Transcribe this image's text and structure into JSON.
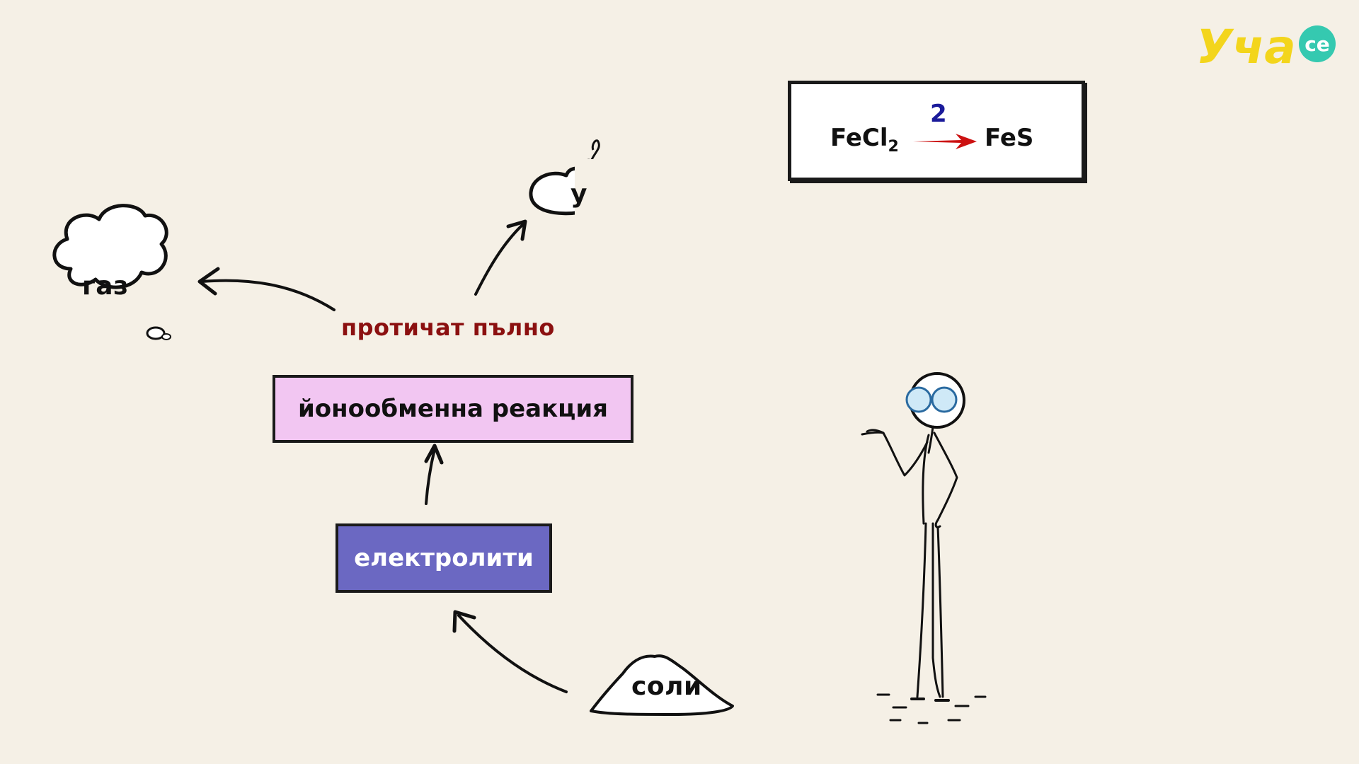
{
  "logo": {
    "text": "Уча",
    "suffix": "ce"
  },
  "formula": {
    "reactant": "FeCl",
    "reactant_subscript": "2",
    "coefficient": "2",
    "product": "FeS"
  },
  "nodes": {
    "gas": "газ",
    "partial_cloud": "у",
    "proceed_fully": "протичат пълно",
    "ion_exchange": "йонообменна реакция",
    "electrolytes": "електролити",
    "salts": "соли"
  },
  "colors": {
    "background": "#f5f0e6",
    "ion_exchange_fill": "#f2c6f2",
    "electrolytes_fill": "#6b68c2",
    "proceed_text": "#8b1010",
    "coefficient": "#1a1a9a",
    "reaction_arrow": "#cc1111",
    "logo_yellow": "#f3d51c",
    "logo_teal": "#35c9b0"
  }
}
